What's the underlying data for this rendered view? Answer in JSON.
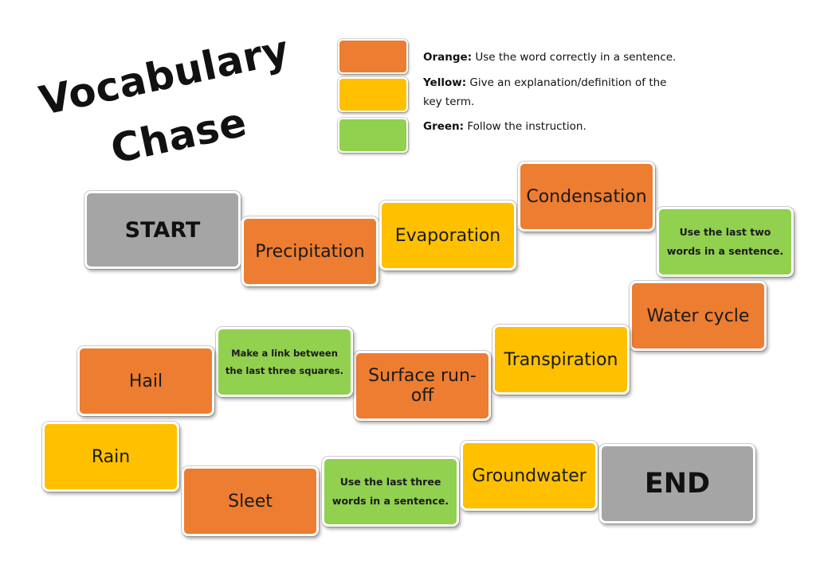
{
  "title": {
    "line1": "Vocabulary",
    "line2": "Chase"
  },
  "colors": {
    "orange": "#ED7D31",
    "yellow": "#FFC000",
    "green": "#92D050",
    "grey": "#A5A5A5"
  },
  "legend": [
    {
      "name": "Orange:",
      "text": " Use the word correctly in a sentence."
    },
    {
      "name": "Yellow:",
      "text": " Give an explanation/definition of the key term."
    },
    {
      "name": "Green:",
      "text": " Follow the instruction."
    }
  ],
  "squares": [
    {
      "label": "START",
      "color": "grey"
    },
    {
      "label": "Precipitation",
      "color": "orange"
    },
    {
      "label": "Evaporation",
      "color": "yellow"
    },
    {
      "label": "Condensation",
      "color": "orange"
    },
    {
      "label": "Use the last two words in a sentence.",
      "color": "green"
    },
    {
      "label": "Water cycle",
      "color": "orange"
    },
    {
      "label": "Transpiration",
      "color": "yellow"
    },
    {
      "label": "Surface run-off",
      "color": "orange"
    },
    {
      "label": "Make a link between the last three squares.",
      "color": "green"
    },
    {
      "label": "Hail",
      "color": "orange"
    },
    {
      "label": "Rain",
      "color": "yellow"
    },
    {
      "label": "Sleet",
      "color": "orange"
    },
    {
      "label": "Use the last three words in a sentence.",
      "color": "green"
    },
    {
      "label": "Groundwater",
      "color": "yellow"
    },
    {
      "label": "END",
      "color": "grey"
    }
  ]
}
